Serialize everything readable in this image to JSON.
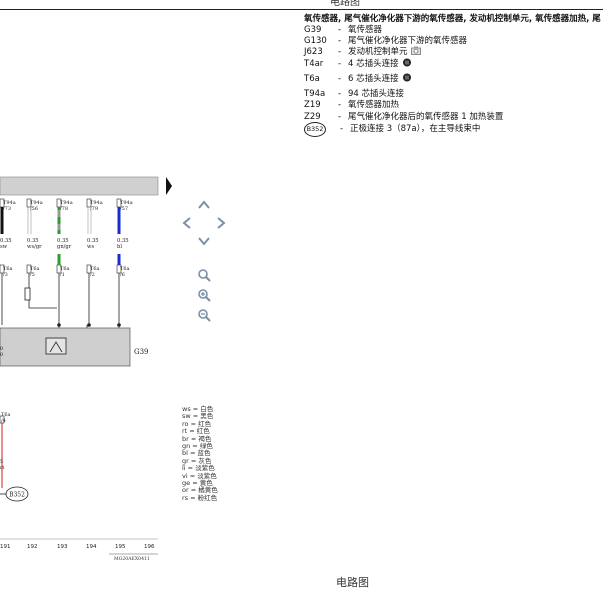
{
  "page": {
    "top_title": "电路图",
    "bottom_caption": "电路图"
  },
  "legend": {
    "heading": "氧传感器, 尾气催化净化器下游的氧传感器, 发动机控制单元, 氧传感器加热, 尾",
    "items": [
      {
        "code": "G39",
        "desc": "氧传感器"
      },
      {
        "code": "G130",
        "desc": "尾气催化净化器下游的氧传感器"
      },
      {
        "code": "J623",
        "desc": "发动机控制单元",
        "icon": "camera-icon"
      },
      {
        "code": "T4ar",
        "desc": "4 芯插头连接",
        "icon": "connector-icon"
      },
      {
        "code": "T6a",
        "desc": "6 芯插头连接",
        "icon": "connector-icon"
      },
      {
        "code": "T94a",
        "desc": "94 芯插头连接"
      },
      {
        "code": "Z19",
        "desc": "氧传感器加热"
      },
      {
        "code": "Z29",
        "desc": "尾气催化净化器后的氧传感器 1 加热装置"
      },
      {
        "code": "B352",
        "desc": "正极连接 3（87a），在主导线束中",
        "badge": true
      }
    ]
  },
  "diagram": {
    "top_pins": [
      {
        "conn": "T94a",
        "pin": "/73"
      },
      {
        "conn": "T94a",
        "pin": "/56"
      },
      {
        "conn": "T94a",
        "pin": "/78"
      },
      {
        "conn": "T94a",
        "pin": "/79"
      },
      {
        "conn": "T94a",
        "pin": "/57"
      }
    ],
    "wires": [
      {
        "gauge": "0.35",
        "color": "sw",
        "hex": "#111111"
      },
      {
        "gauge": "0.35",
        "color": "ws/gr",
        "hex": "#999999"
      },
      {
        "gauge": "0.35",
        "color": "gn/gr",
        "hex": "#2aa02a"
      },
      {
        "gauge": "0.35",
        "color": "ws",
        "hex": "#bbbbbb"
      },
      {
        "gauge": "0.35",
        "color": "bl",
        "hex": "#1a2fd0"
      }
    ],
    "low_pins": [
      {
        "conn": "T6a",
        "pin": "/3"
      },
      {
        "conn": "T6a",
        "pin": "/5"
      },
      {
        "conn": "T6a",
        "pin": "/1"
      },
      {
        "conn": "T6a",
        "pin": "/2"
      },
      {
        "conn": "T6a",
        "pin": "/6"
      }
    ],
    "component_label": "G39",
    "lower_pin": {
      "conn": "T6a",
      "pin": "/4"
    },
    "lower_wire": {
      "gauge": "5",
      "color": "rt"
    },
    "bottom_badge": "B352",
    "grid_numbers": [
      "191",
      "192",
      "193",
      "194",
      "195",
      "196"
    ],
    "footer_code": "MG20AEX0411"
  },
  "color_legend": [
    "ws = 白色",
    "sw = 黑色",
    "ro = 红色",
    "rt = 红色",
    "br = 褐色",
    "gn = 绿色",
    "bl = 蓝色",
    "gr = 灰色",
    "li = 淡紫色",
    "vi = 淡紫色",
    "ge = 黄色",
    "or = 橘黄色",
    "rs = 粉红色"
  ],
  "colors": {
    "header_band": "#d0d0d0",
    "component_box": "#cfcfcf",
    "nav_icon": "#7b8fa8"
  }
}
